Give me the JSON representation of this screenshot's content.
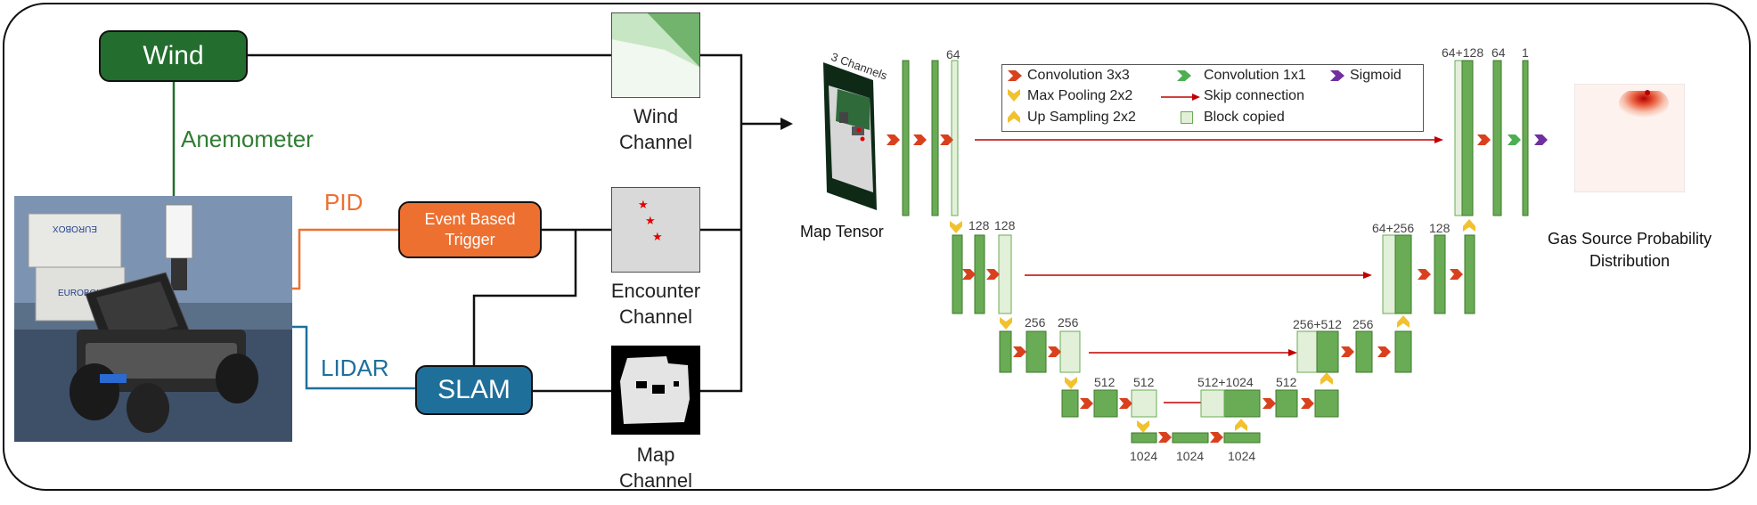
{
  "sensors": {
    "wind": "Wind",
    "anemometer": "Anemometer",
    "pid": "PID",
    "event_trigger_line1": "Event Based",
    "event_trigger_line2": "Trigger",
    "lidar": "LIDAR",
    "slam": "SLAM"
  },
  "robot_box_labels": [
    "EUROBOX",
    "EUROBOX"
  ],
  "channels": [
    {
      "line1": "Wind",
      "line2": "Channel"
    },
    {
      "line1": "Encounter",
      "line2": "Channel"
    },
    {
      "line1": "Map",
      "line2": "Channel"
    }
  ],
  "map_tensor": {
    "label": "Map Tensor",
    "channels_label": "3 Channels"
  },
  "legend": {
    "conv3": "Convolution 3x3",
    "conv1": "Convolution 1x1",
    "sigmoid": "Sigmoid",
    "maxpool": "Max Pooling 2x2",
    "skip": "Skip connection",
    "upsample": "Up Sampling 2x2",
    "copied": "Block copied"
  },
  "unet_labels": {
    "enc1": "64",
    "enc2a": "128",
    "enc2b": "128",
    "enc3a": "256",
    "enc3b": "256",
    "enc4a": "512",
    "enc4b": "512",
    "bot1": "1024",
    "bot2": "1024",
    "bot3": "1024",
    "dec4a": "512+1024",
    "dec4b": "512",
    "dec3a": "256+512",
    "dec3b": "256",
    "dec2a": "64+256",
    "dec2b": "128",
    "dec1a": "64+128",
    "dec1b": "64",
    "dec1c": "1"
  },
  "output": {
    "line1": "Gas Source Probability",
    "line2": "Distribution"
  },
  "colors": {
    "wind_green": "#236e2e",
    "anemometer_text": "#2f7d32",
    "pid_orange": "#ed7031",
    "slam_blue": "#1f6f9b",
    "block_green": "#6aab55",
    "block_light": "#e2f0d9",
    "conv_arrow": "#d9411e",
    "skip_red": "#c00000",
    "sigmoid_purple": "#7030a0",
    "pool_yellow": "#f2c12e"
  }
}
